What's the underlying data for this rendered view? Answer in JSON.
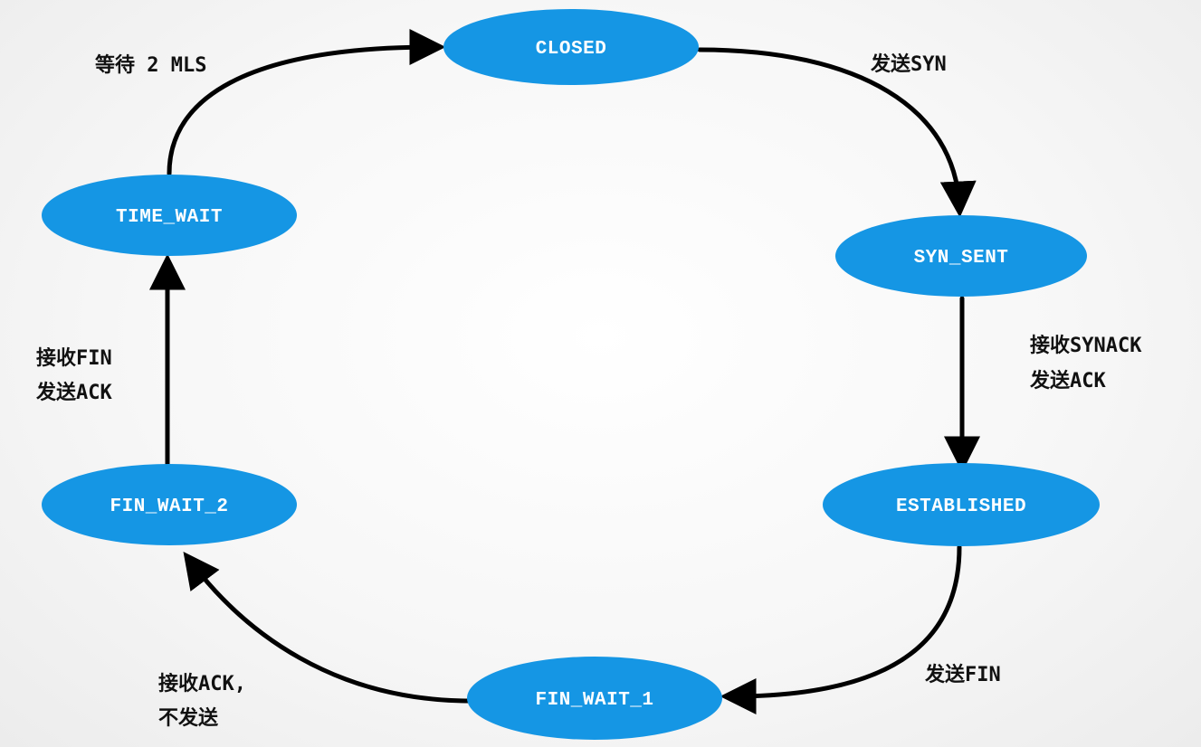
{
  "colors": {
    "state_fill": "#1596e4",
    "state_text": "#ffffff",
    "arrow": "#000000",
    "label_text": "#111111"
  },
  "states": {
    "closed": "CLOSED",
    "syn_sent": "SYN_SENT",
    "established": "ESTABLISHED",
    "fin_wait_1": "FIN_WAIT_1",
    "fin_wait_2": "FIN_WAIT_2",
    "time_wait": "TIME_WAIT"
  },
  "transitions": {
    "closed_to_syn_sent": [
      "发送SYN"
    ],
    "syn_sent_to_established": [
      "接收SYNACK",
      "发送ACK"
    ],
    "established_to_fin_wait_1": [
      "发送FIN"
    ],
    "fin_wait_1_to_fin_wait_2": [
      "接收ACK,",
      "不发送"
    ],
    "fin_wait_2_to_time_wait": [
      "接收FIN",
      "发送ACK"
    ],
    "time_wait_to_closed": [
      "等待 2 MLS"
    ]
  }
}
